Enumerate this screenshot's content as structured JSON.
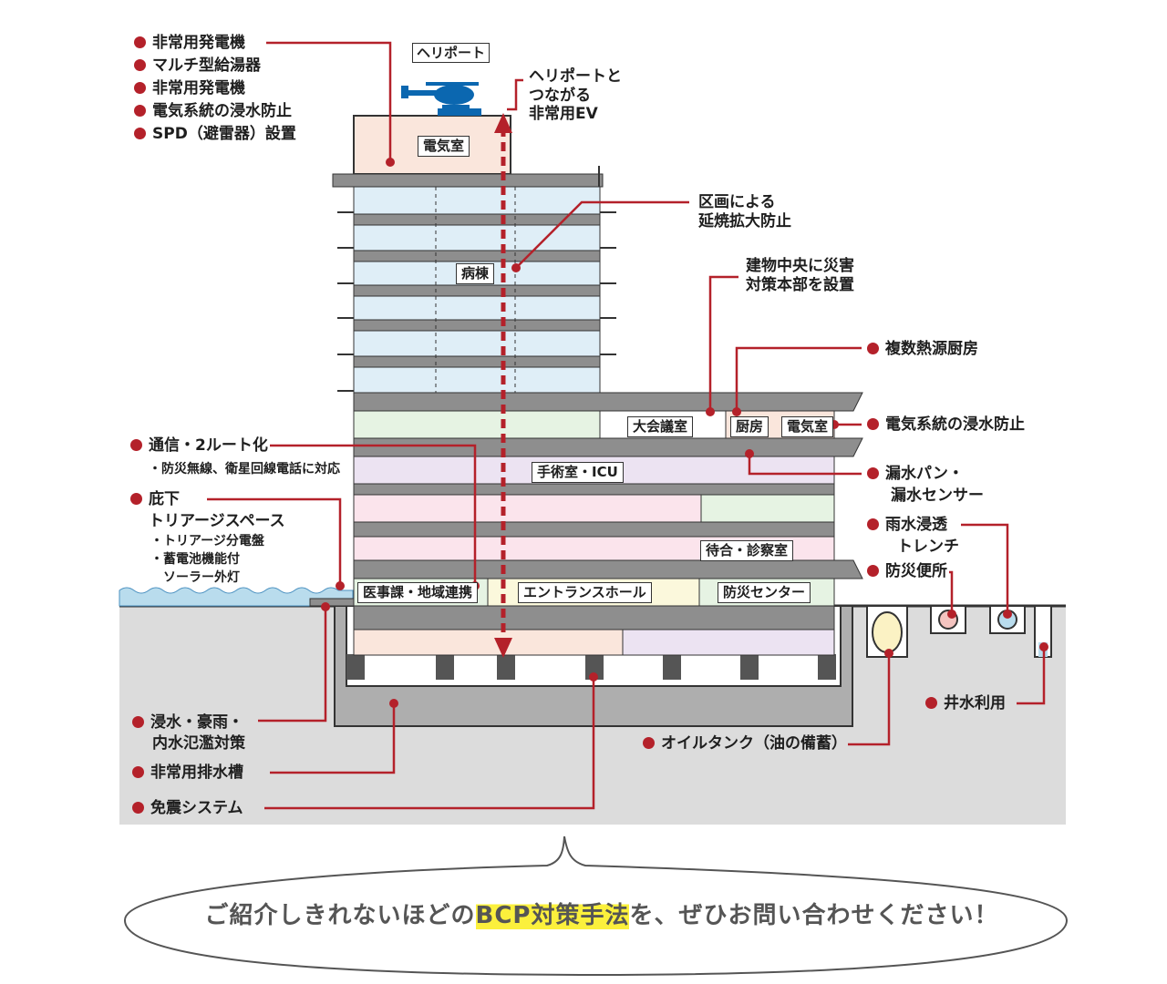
{
  "colors": {
    "accent_red": "#b4212a",
    "building_line": "#333333",
    "slab": "#8e8e8e",
    "ground": "#dcdcdc",
    "highlight": "#fbf03c"
  },
  "heliport": {
    "label": "ヘリポート",
    "icon": "helicopter-icon"
  },
  "top_left_list": [
    "非常用発電機",
    "マルチ型給湯器",
    "非常用発電機",
    "電気系統の浸水防止",
    "SPD（避雷器）設置"
  ],
  "callouts": {
    "ev": [
      "ヘリポートと",
      "つながる",
      "非常用EV"
    ],
    "compartment": [
      "区画による",
      "延焼拡大防止"
    ],
    "hq": [
      "建物中央に災害",
      "対策本部を設置"
    ]
  },
  "right_labels": {
    "kitchen": "複数熱源厨房",
    "electric_flood": "電気系統の浸水防止",
    "leak": [
      "漏水パン・",
      "漏水センサー"
    ],
    "rain": [
      "雨水浸透",
      "トレンチ"
    ],
    "toilet": "防災便所",
    "well": "井水利用",
    "oil": "オイルタンク（油の備蓄）"
  },
  "left_labels": {
    "comm": "通信・2ルート化",
    "comm_sub": "・防災無線、衛星回線電話に対応",
    "eaves": [
      "庇下",
      "トリアージスペース"
    ],
    "eaves_sub": [
      "・トリアージ分電盤",
      "・蓄電池機能付",
      "　ソーラー外灯"
    ],
    "flood": [
      "浸水・豪雨・",
      "内水氾濫対策"
    ],
    "drain": "非常用排水槽",
    "seismic": "免震システム"
  },
  "rooms": {
    "roof_electric": "電気室",
    "ward": "病棟",
    "conference": "大会議室",
    "kitchen": "厨房",
    "electric": "電気室",
    "surgery": "手術室・ICU",
    "waiting": "待合・診察室",
    "medical_affairs": "医事課・地域連携",
    "entrance": "エントランスホール",
    "disaster_center": "防災センター"
  },
  "bubble": {
    "before": "ご紹介しきれないほどの",
    "highlight": "BCP対策手法",
    "after": "を、ぜひお問い合わせください！"
  }
}
